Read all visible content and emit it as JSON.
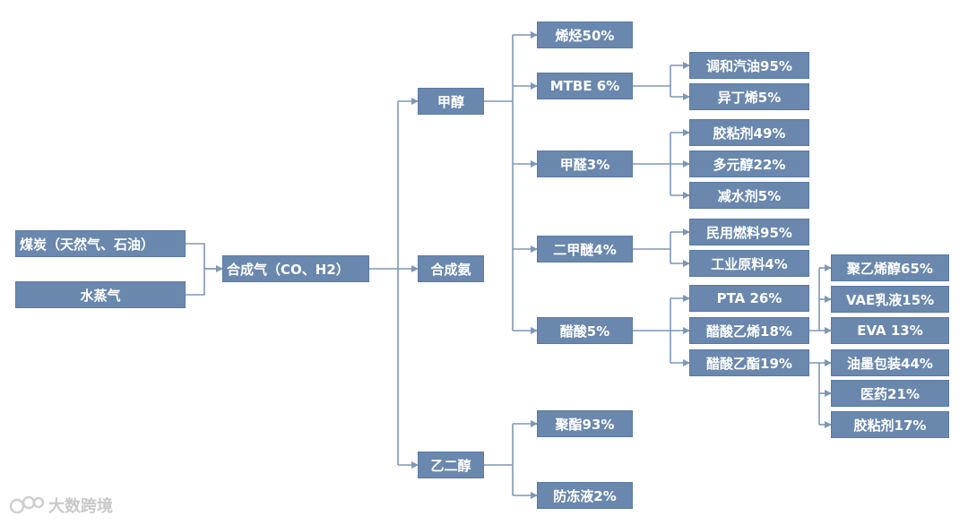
{
  "nodes": {
    "coal": "煤炭（天然气、石油）",
    "steam": "水蒸气",
    "syngas": "合成气（CO、H2）",
    "methanol": "甲醇",
    "ammonia": "合成氨",
    "glycol": "乙二醇",
    "olefin": "烯烃50%",
    "mtbe": "MTBE 6%",
    "formaldehyde": "甲醛3%",
    "dme": "二甲醚4%",
    "acetic": "醋酸5%",
    "gasoline": "调和汽油95%",
    "isobutene": "异丁烯5%",
    "adhesive1": "胶粘剂49%",
    "polyol": "多元醇22%",
    "reducer": "减水剂5%",
    "fuel": "民用燃料95%",
    "industrial": "工业原料4%",
    "pta": "PTA 26%",
    "vac": "醋酸乙烯18%",
    "etac": "醋酸乙酯19%",
    "pva": "聚乙烯醇65%",
    "vae": "VAE乳液15%",
    "eva": "EVA 13%",
    "ink": "油墨包装44%",
    "pharma": "医药21%",
    "adhesive2": "胶粘剂17%",
    "polyester": "聚酯93%",
    "antifreeze": "防冻液2%"
  },
  "watermark": "大数跨境",
  "colors": {
    "node": "#6a88ae",
    "line": "#7d97b8"
  }
}
